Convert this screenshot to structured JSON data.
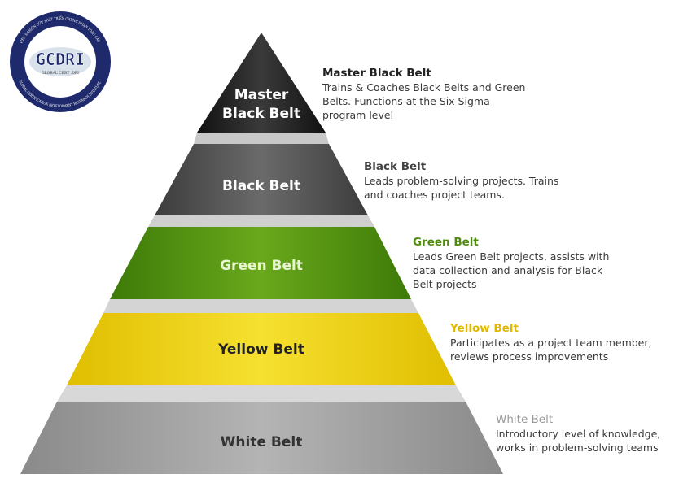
{
  "logo": {
    "text": "GCDRI",
    "subtext": "GLOBAL CERT .DRI",
    "ring_top": "VIỆN NGHIÊN CỨU PHÁT TRIỂN CHỨNG NHẬN TOÀN CẦU",
    "ring_bottom": "GLOBAL CERTIFICATION DEVELOPMENT RESEARCH INSTITUTE"
  },
  "levels": [
    {
      "label_line1": "Master",
      "label_line2": "Black Belt",
      "title": "Master Black Belt",
      "description": "Trains & Coaches Black Belts and Green Belts. Functions at the Six Sigma program level",
      "color": "#2b2b2b",
      "title_color": "#222222"
    },
    {
      "label": "Black Belt",
      "title": "Black Belt",
      "description": "Leads problem-solving projects. Trains and coaches project teams.",
      "color": "#555555",
      "title_color": "#444444"
    },
    {
      "label": "Green Belt",
      "title": "Green Belt",
      "description": "Leads Green Belt projects, assists with data collection and analysis for Black Belt projects",
      "color": "#4f8a10",
      "title_color": "#4f8a10"
    },
    {
      "label": "Yellow Belt",
      "title": "Yellow Belt",
      "description": "Participates as a project team member, reviews process improvements",
      "color": "#e8c800",
      "title_color": "#e0b800"
    },
    {
      "label": "White Belt",
      "title": "White Belt",
      "description": "Introductory level of knowledge, works in problem-solving teams",
      "color": "#9a9a9a",
      "title_color": "#9a9a9a"
    }
  ]
}
